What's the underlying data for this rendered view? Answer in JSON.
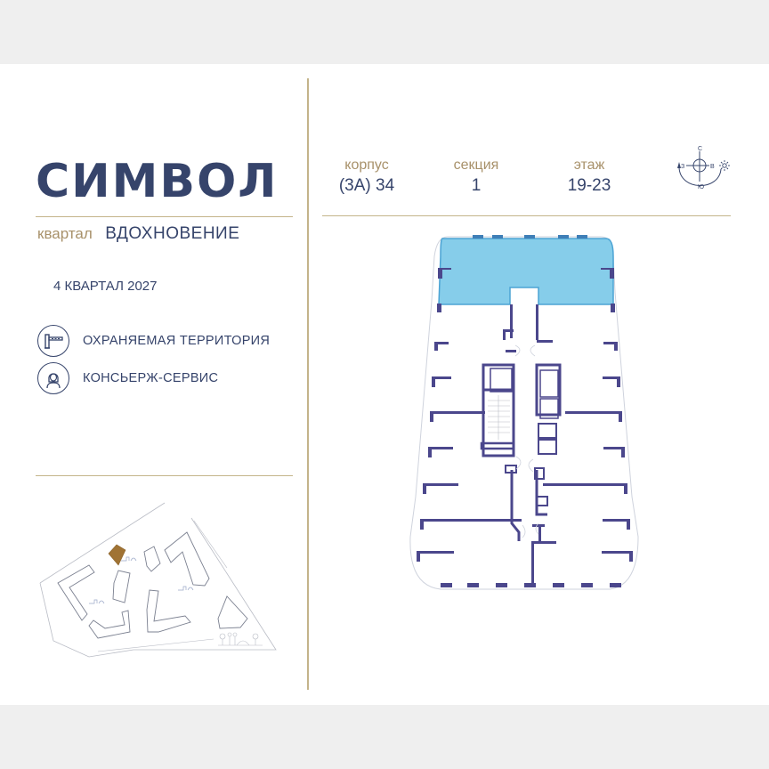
{
  "brand": {
    "name": "СИМВОЛ",
    "quarter_label": "квартал",
    "quarter_name": "ВДОХНОВЕНИЕ"
  },
  "deadline": "4 КВАРТАЛ 2027",
  "features": [
    {
      "icon": "barrier-gate-icon",
      "label": "ОХРАНЯЕМАЯ ТЕРРИТОРИЯ"
    },
    {
      "icon": "concierge-icon",
      "label": "КОНСЬЕРЖ-СЕРВИС"
    }
  ],
  "info": {
    "building_label": "корпус",
    "building_value": "(3А) 34",
    "section_label": "секция",
    "section_value": "1",
    "floor_label": "этаж",
    "floor_value": "19-23"
  },
  "compass": {
    "north": "С",
    "south": "Ю",
    "east": "В",
    "west": "З",
    "icon": "sun-icon"
  },
  "site_map": {
    "highlight_color": "#a07334",
    "outline_color": "#9aa0ad"
  },
  "floor_plan": {
    "highlighted_unit_color": "#86cdea",
    "wall_color": "#4b478c"
  },
  "colors": {
    "navy": "#36446b",
    "gold": "#a8916a",
    "divider": "#c4b48a",
    "background": "#efefef"
  }
}
